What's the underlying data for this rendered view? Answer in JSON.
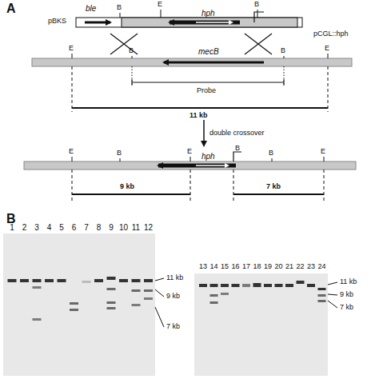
{
  "diagram": {
    "labels": [
      "A",
      "pBKS",
      "ble",
      "B",
      "E",
      "hph",
      "B",
      "pCGL::hph",
      "E",
      "B",
      "mecB",
      "B",
      "E",
      "Probe",
      "11 kb",
      "double crossover",
      "E",
      "B",
      "E",
      "hph",
      "B",
      "B",
      "E",
      "9 kb",
      "7 kb",
      "B",
      "1",
      "2",
      "3",
      "4",
      "5",
      "6",
      "7",
      "8",
      "9",
      "10",
      "11",
      "12",
      "11 kb",
      "9 kb",
      "7 kb",
      "13",
      "14",
      "15",
      "16",
      "17",
      "18",
      "19",
      "20",
      "21",
      "22",
      "23",
      "24",
      "11 kb",
      "9 kb",
      "7 kb"
    ]
  }
}
